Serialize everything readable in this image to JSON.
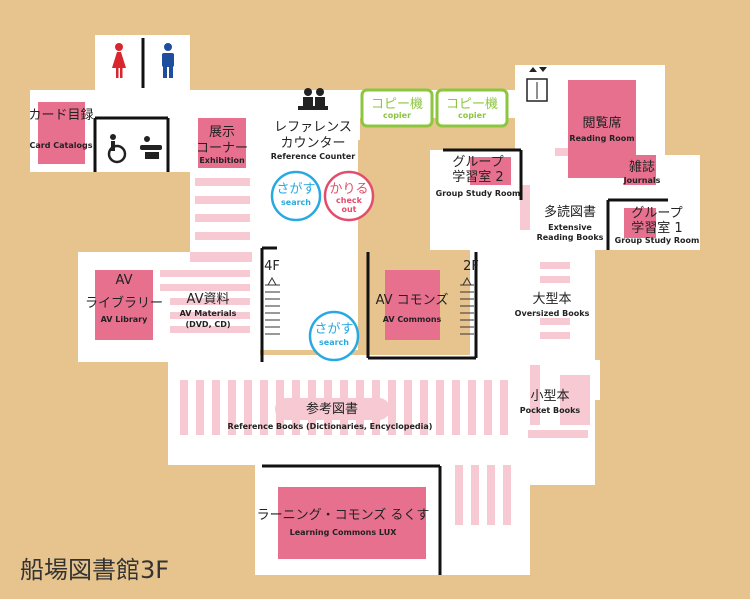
{
  "floor_title": "船場図書館3F",
  "colors": {
    "background": "#e7c48e",
    "floor": "#ffffff",
    "room": "#e8708f",
    "shelf": "#f6c9d3",
    "search": "#29a9e1",
    "checkout": "#e34d6b",
    "copier": "#8cc63f"
  },
  "icons": [
    "female-restroom-icon",
    "male-restroom-icon",
    "wheelchair-icon",
    "baby-changing-icon",
    "reference-staff-icon",
    "elevator-icon",
    "stairs-icon"
  ],
  "labels": {
    "card_catalogs_jp": "カード目録",
    "card_catalogs_en": "Card Catalogs",
    "exhibition_jp1": "展示",
    "exhibition_jp2": "コーナー",
    "exhibition_en": "Exhibition",
    "reference_counter_jp1": "レファレンス",
    "reference_counter_jp2": "カウンター",
    "reference_counter_en": "Reference Counter",
    "copier_jp": "コピー機",
    "copier_en": "copier",
    "reading_room_jp": "閲覧席",
    "reading_room_en": "Reading Room",
    "journals_jp": "雑誌",
    "journals_en": "Journals",
    "group_study2_jp1": "グループ",
    "group_study2_jp2": "学習室 2",
    "group_study2_en": "Group Study Room",
    "group_study1_jp1": "グループ",
    "group_study1_jp2": "学習室 1",
    "group_study1_en": "Group Study Room",
    "extensive_jp": "多読図書",
    "extensive_en1": "Extensive",
    "extensive_en2": "Reading Books",
    "search_jp": "さがす",
    "search_en": "search",
    "checkout_jp": "かりる",
    "checkout_en1": "check",
    "checkout_en2": "out",
    "av_library_jp1": "AV",
    "av_library_jp2": "ライブラリー",
    "av_library_en": "AV Library",
    "av_materials_jp": "AV資料",
    "av_materials_en1": "AV Materials",
    "av_materials_en2": "(DVD, CD)",
    "av_commons_jp": "AV コモンズ",
    "av_commons_en": "AV Commons",
    "stairs4": "4F",
    "stairs2": "2F",
    "oversized_jp": "大型本",
    "oversized_en": "Oversized Books",
    "pocket_jp": "小型本",
    "pocket_en": "Pocket Books",
    "reference_books_jp": "参考図書",
    "reference_books_en": "Reference Books (Dictionaries, Encyclopedia)",
    "lux_jp": "ラーニング・コモンズ るくす",
    "lux_en": "Learning Commons LUX"
  }
}
